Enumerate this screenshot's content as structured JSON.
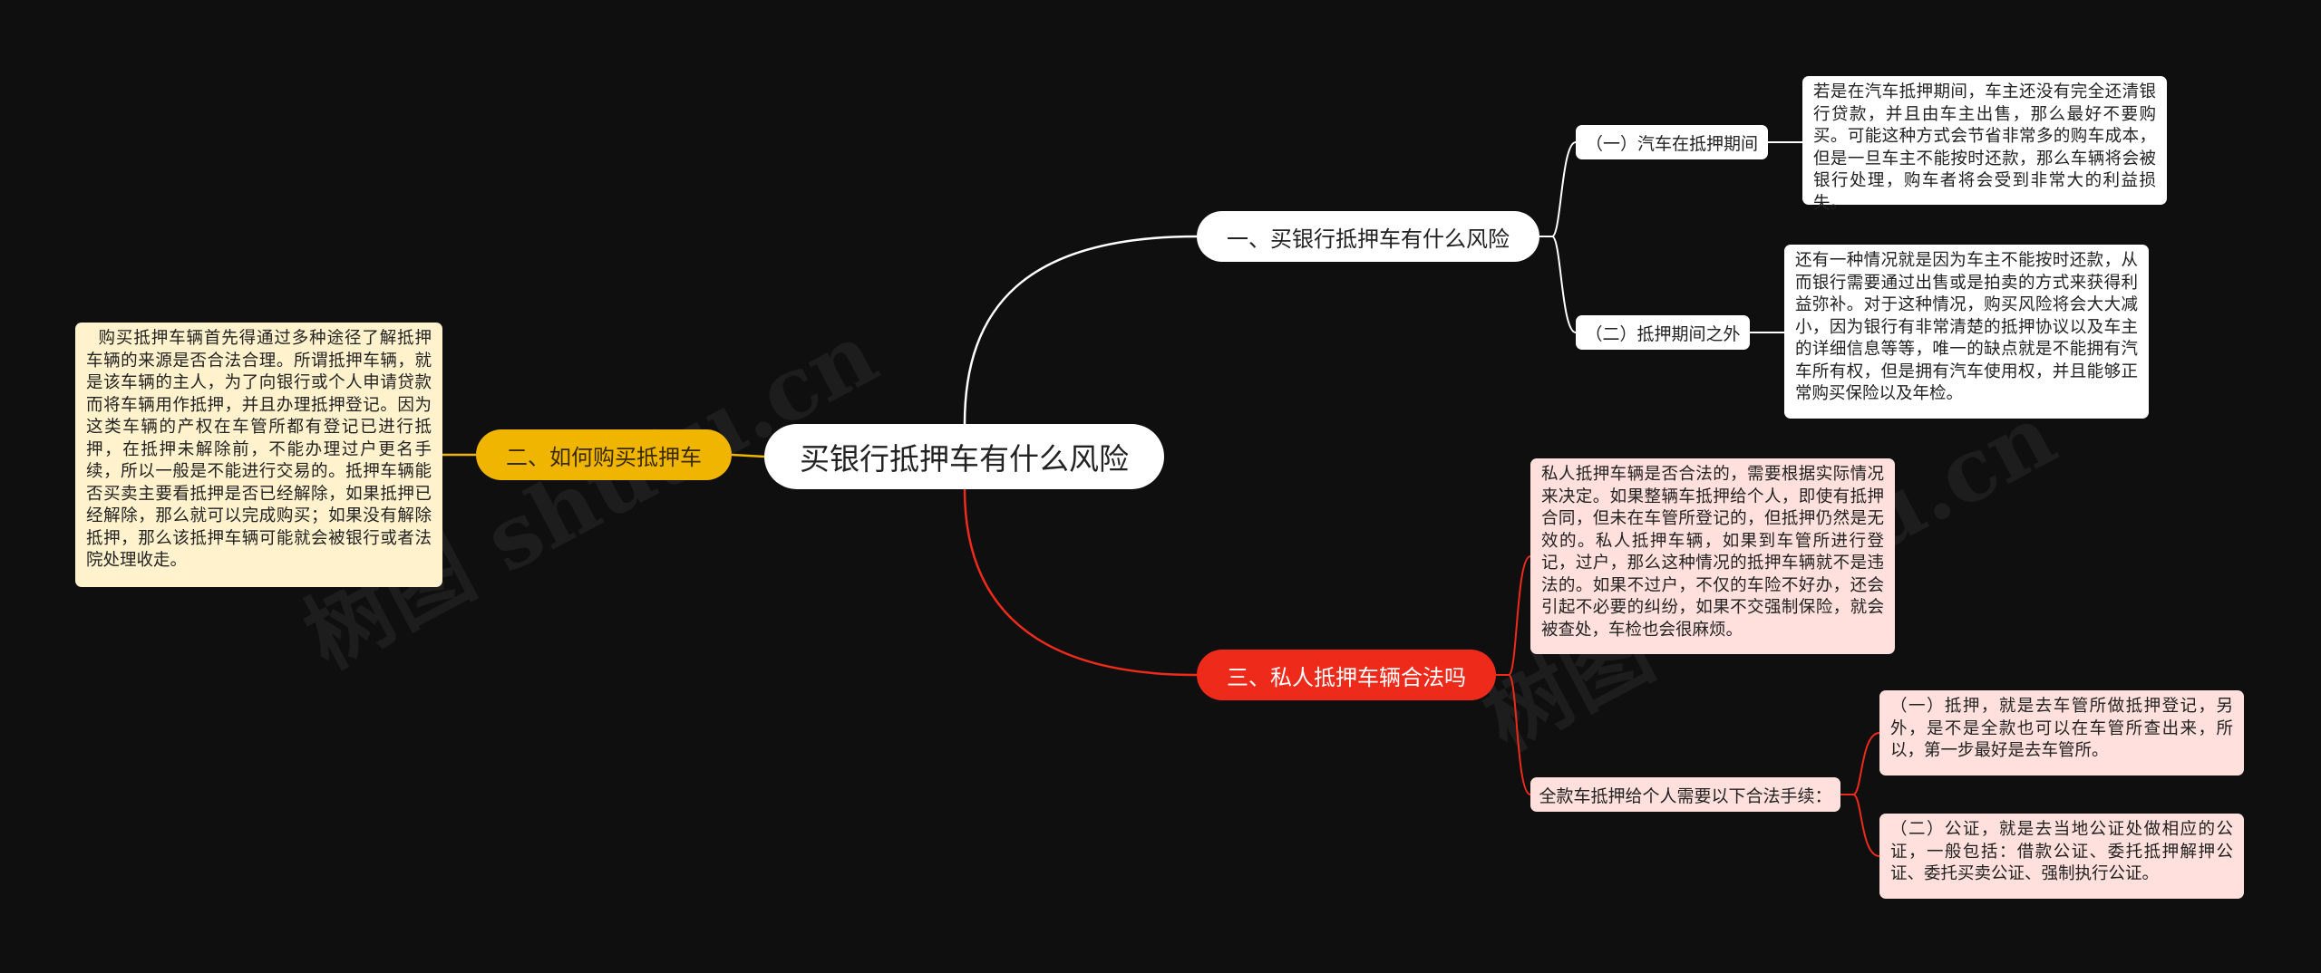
{
  "root": {
    "title": "买银行抵押车有什么风险"
  },
  "branches": [
    {
      "label": "一、买银行抵押车有什么风险",
      "children": [
        {
          "label": "（一）汽车在抵押期间",
          "detail": "若是在汽车抵押期间，车主还没有完全还清银行贷款，并且由车主出售，那么最好不要购买。可能这种方式会节省非常多的购车成本，但是一旦车主不能按时还款，那么车辆将会被银行处理，购车者将会受到非常大的利益损失。"
        },
        {
          "label": "（二）抵押期间之外",
          "detail": "还有一种情况就是因为车主不能按时还款，从而银行需要通过出售或是拍卖的方式来获得利益弥补。对于这种情况，购买风险将会大大减小，因为银行有非常清楚的抵押协议以及车主的详细信息等等，唯一的缺点就是不能拥有汽车所有权，但是拥有汽车使用权，并且能够正常购买保险以及年检。"
        }
      ]
    },
    {
      "label": "二、如何购买抵押车",
      "detail": "  购买抵押车辆首先得通过多种途径了解抵押车辆的来源是否合法合理。所谓抵押车辆，就是该车辆的主人，为了向银行或个人申请贷款而将车辆用作抵押，并且办理抵押登记。因为这类车辆的产权在车管所都有登记已进行抵押，在抵押未解除前，不能办理过户更名手续，所以一般是不能进行交易的。抵押车辆能否买卖主要看抵押是否已经解除，如果抵押已经解除，那么就可以完成购买；如果没有解除抵押，那么该抵押车辆可能就会被银行或者法院处理收走。"
    },
    {
      "label": "三、私人抵押车辆合法吗",
      "detail": "私人抵押车辆是否合法的，需要根据实际情况来决定。如果整辆车抵押给个人，即使有抵押合同，但未在车管所登记的，但抵押仍然是无效的。私人抵押车辆，如果到车管所进行登记，过户，那么这种情况的抵押车辆就不是违法的。如果不过户，不仅的车险不好办，还会引起不必要的纠纷，如果不交强制保险，就会被查处，车检也会很麻烦。",
      "sub": {
        "label": "全款车抵押给个人需要以下合法手续：",
        "items": [
          "（一）抵押，就是去车管所做抵押登记，另外，是不是全款也可以在车管所查出来，所以，第一步最好是去车管所。",
          "（二）公证，就是去当地公证处做相应的公证，一般包括：借款公证、委托抵押解押公证、委托买卖公证、强制执行公证。"
        ]
      }
    }
  ],
  "watermark": "树图 shutu.cn",
  "colors": {
    "background": "#0f0f0f",
    "branch1": "#ffffff",
    "branch2": "#f0b500",
    "branch3": "#ee2b1b",
    "leaf_yellow": "#fff2cc",
    "leaf_pink": "#ffe0dc"
  }
}
